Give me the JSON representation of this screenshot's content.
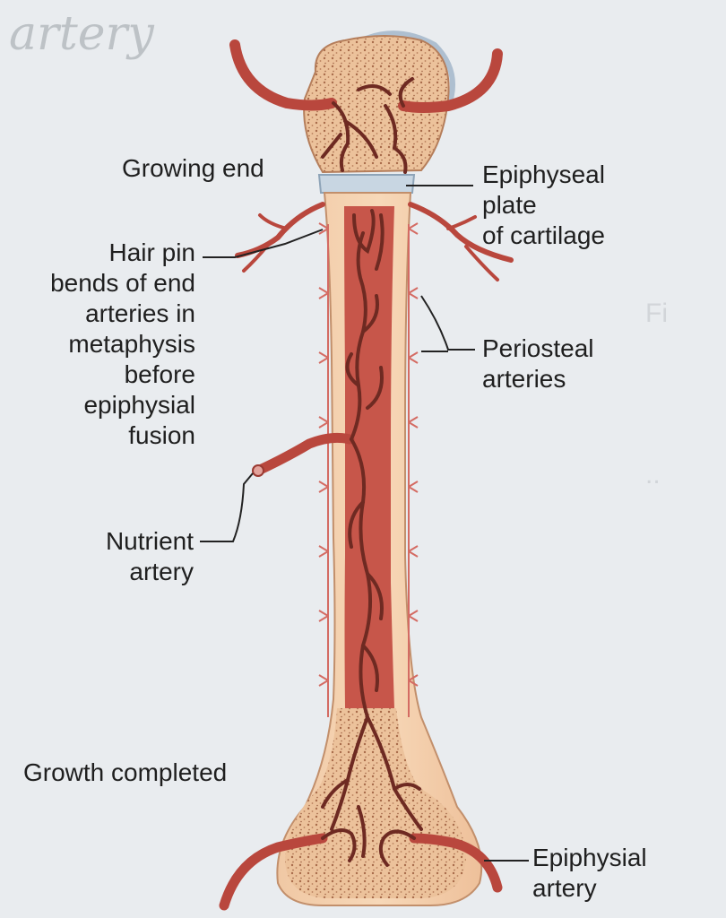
{
  "handwriting": "artery",
  "labels": {
    "growing_end": "Growing end",
    "epiphyseal_plate": [
      "Epiphyseal",
      "plate",
      "of cartilage"
    ],
    "hair_pin": [
      "Hair pin",
      "bends of end",
      "arteries in",
      "metaphysis",
      "before",
      "epiphysial",
      "fusion"
    ],
    "periosteal": [
      "Periosteal",
      "arteries"
    ],
    "nutrient": [
      "Nutrient",
      "artery"
    ],
    "growth_completed": "Growth completed",
    "epiphysial_artery": [
      "Epiphysial",
      "artery"
    ]
  },
  "colors": {
    "page": "#e9ecef",
    "bone": "#f2c9a3",
    "cancellous": "#ecc29b",
    "marrow": "#c7564a",
    "artery": "#b9473d",
    "vessel_dark": "#6e2a22",
    "cartilage": "#c8d6e2",
    "leader": "#222222"
  }
}
